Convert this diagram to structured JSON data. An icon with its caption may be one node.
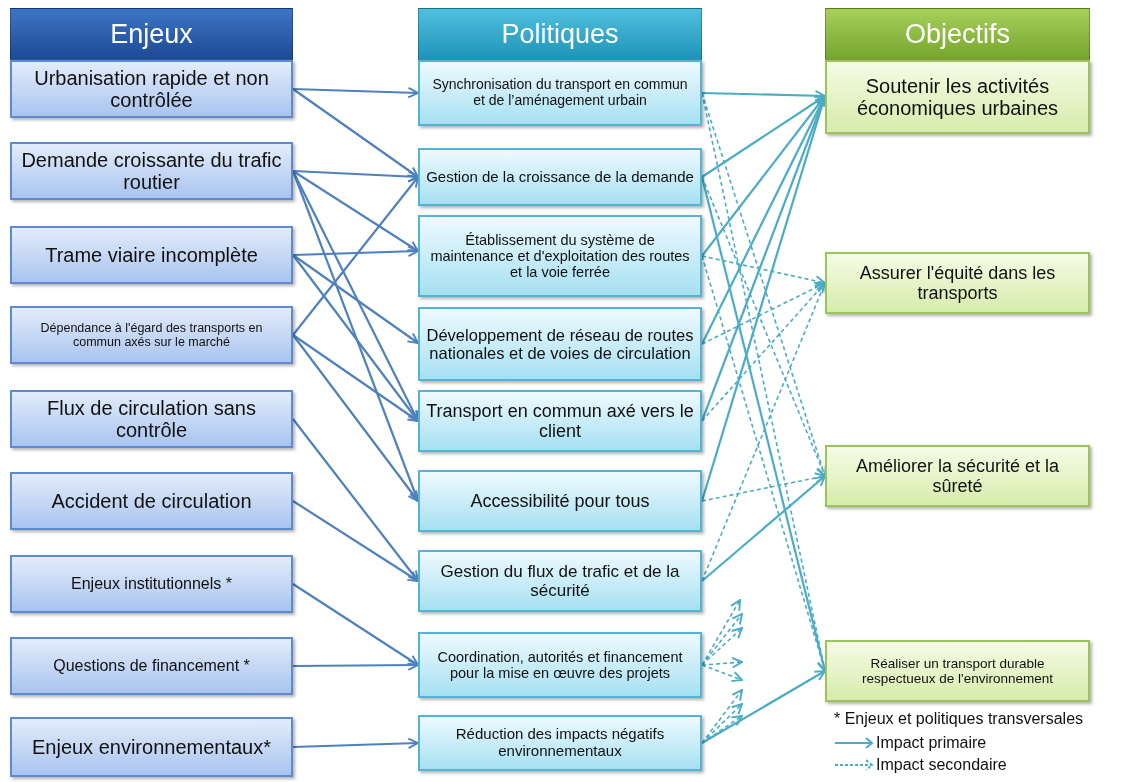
{
  "diagram": {
    "nodes": [
      {
        "text": [
          "Enjeux"
        ]
      },
      {
        "text": [
          "Politiques"
        ]
      },
      {
        "text": [
          "Objectifs"
        ]
      },
      {
        "text": [
          "Urbanisation rapide et non contrôlée"
        ]
      },
      {
        "text": [
          "Demande croissante du trafic routier"
        ]
      },
      {
        "text": [
          "Trame viaire incomplète"
        ]
      },
      {
        "text": [
          "Dépendance à l'égard des transports en commun axés sur le marché"
        ]
      },
      {
        "text": [
          "Flux de circulation sans contrôle"
        ]
      },
      {
        "text": [
          "Accident de circulation"
        ]
      },
      {
        "text": [
          "Enjeux institutionnels *"
        ]
      },
      {
        "text": [
          "Questions de financement *"
        ]
      },
      {
        "text": [
          "Enjeux environnementaux*"
        ]
      },
      {
        "text": [
          "Synchronisation du transport en commun et de l’aménagement urbain"
        ]
      },
      {
        "text": [
          "Gestion de la croissance de la demande"
        ]
      },
      {
        "text": [
          "Établissement du système de maintenance et d'exploitation des routes et la voie ferrée"
        ]
      },
      {
        "text": [
          "Développement de réseau de routes nationales et de voies de circulation"
        ]
      },
      {
        "text": [
          "Transport en commun axé vers le client"
        ]
      },
      {
        "text": [
          "Accessibilité pour tous"
        ]
      },
      {
        "text": [
          "Gestion du flux de trafic et de la sécurité"
        ]
      },
      {
        "text": [
          "Coordination, autorités et financement pour la mise en œuvre des projets"
        ]
      },
      {
        "text": [
          "Réduction des impacts négatifs environnementaux"
        ]
      },
      {
        "text": [
          "Soutenir les activités économiques urbaines"
        ]
      },
      {
        "text": [
          "Assurer l'équité dans les transports"
        ]
      },
      {
        "text": [
          "Améliorer la sécurité et la sûreté"
        ]
      },
      {
        "text": [
          "Réaliser un transport durable respectueux de l'environnement"
        ]
      }
    ],
    "edges": [
      {
        "from": 3,
        "to": 12,
        "arrow": "to",
        "color": "#4f81bd"
      },
      {
        "from": 3,
        "to": 13,
        "arrow": "to",
        "color": "#4f81bd"
      },
      {
        "from": 4,
        "to": 13,
        "arrow": "to",
        "color": "#4f81bd"
      },
      {
        "from": 4,
        "to": 14,
        "arrow": "to",
        "color": "#4f81bd"
      },
      {
        "from": 4,
        "to": 16,
        "arrow": "to",
        "color": "#4f81bd"
      },
      {
        "from": 4,
        "to": 17,
        "arrow": "to",
        "color": "#4f81bd"
      },
      {
        "from": 5,
        "to": 14,
        "arrow": "to",
        "color": "#4f81bd"
      },
      {
        "from": 5,
        "to": 15,
        "arrow": "to",
        "color": "#4f81bd"
      },
      {
        "from": 5,
        "to": 16,
        "arrow": "to",
        "color": "#4f81bd"
      },
      {
        "from": 6,
        "to": 13,
        "arrow": "to",
        "color": "#4f81bd"
      },
      {
        "from": 6,
        "to": 16,
        "arrow": "to",
        "color": "#4f81bd"
      },
      {
        "from": 6,
        "to": 17,
        "arrow": "to",
        "color": "#4f81bd"
      },
      {
        "from": 7,
        "to": 18,
        "arrow": "to",
        "color": "#4f81bd"
      },
      {
        "from": 8,
        "to": 18,
        "arrow": "to",
        "color": "#4f81bd"
      },
      {
        "from": 9,
        "to": 19,
        "arrow": "to",
        "color": "#4f81bd"
      },
      {
        "from": 10,
        "to": 19,
        "arrow": "to",
        "color": "#4f81bd"
      },
      {
        "from": 11,
        "to": 20,
        "arrow": "to",
        "color": "#4f81bd"
      },
      {
        "from": 12,
        "to": 21,
        "arrow": "to"
      },
      {
        "from": 13,
        "to": 21,
        "arrow": "to"
      },
      {
        "from": 14,
        "to": 21,
        "arrow": "to"
      },
      {
        "from": 15,
        "to": 21,
        "arrow": "to"
      },
      {
        "from": 16,
        "to": 21,
        "arrow": "to"
      },
      {
        "from": 17,
        "to": 21,
        "arrow": "to"
      },
      {
        "from": 13,
        "to": 24,
        "arrow": "to"
      },
      {
        "from": 18,
        "to": 23,
        "arrow": "to"
      },
      {
        "from": 20,
        "to": 24,
        "arrow": "to"
      },
      {
        "from": 12,
        "to": 23,
        "arrow": "to",
        "style": "dashed"
      },
      {
        "from": 12,
        "to": 24,
        "arrow": "to",
        "style": "dashed"
      },
      {
        "from": 13,
        "to": 23,
        "arrow": "to",
        "style": "dashed"
      },
      {
        "from": 14,
        "to": 22,
        "arrow": "to",
        "style": "dashed"
      },
      {
        "from": 14,
        "to": 24,
        "arrow": "to",
        "style": "dashed"
      },
      {
        "from": 15,
        "to": 22,
        "arrow": "to",
        "style": "dashed"
      },
      {
        "from": 16,
        "to": 22,
        "arrow": "to",
        "style": "dashed"
      },
      {
        "from": 17,
        "to": 23,
        "arrow": "to",
        "style": "dashed"
      },
      {
        "from": 18,
        "to": 22,
        "arrow": "to",
        "style": "dashed"
      },
      {
        "from": 19,
        "to": null,
        "arrow": "to",
        "style": "dashed"
      },
      {
        "from": 19,
        "to": null,
        "arrow": "to",
        "style": "dashed"
      },
      {
        "from": 19,
        "to": null,
        "arrow": "to",
        "style": "dashed"
      },
      {
        "from": 19,
        "to": null,
        "arrow": "to",
        "style": "dashed"
      },
      {
        "from": 19,
        "to": null,
        "arrow": "to",
        "style": "dashed"
      },
      {
        "from": 20,
        "to": null,
        "arrow": "to",
        "style": "dashed"
      },
      {
        "from": 20,
        "to": null,
        "arrow": "to",
        "style": "dashed"
      },
      {
        "from": 20,
        "to": null,
        "arrow": "to",
        "style": "dashed"
      }
    ],
    "labels": [
      "* Enjeux et politiques transversales"
    ],
    "legend": [
      {
        "text": "Impact primaire"
      },
      {
        "text": "Impact secondaire"
      }
    ]
  }
}
